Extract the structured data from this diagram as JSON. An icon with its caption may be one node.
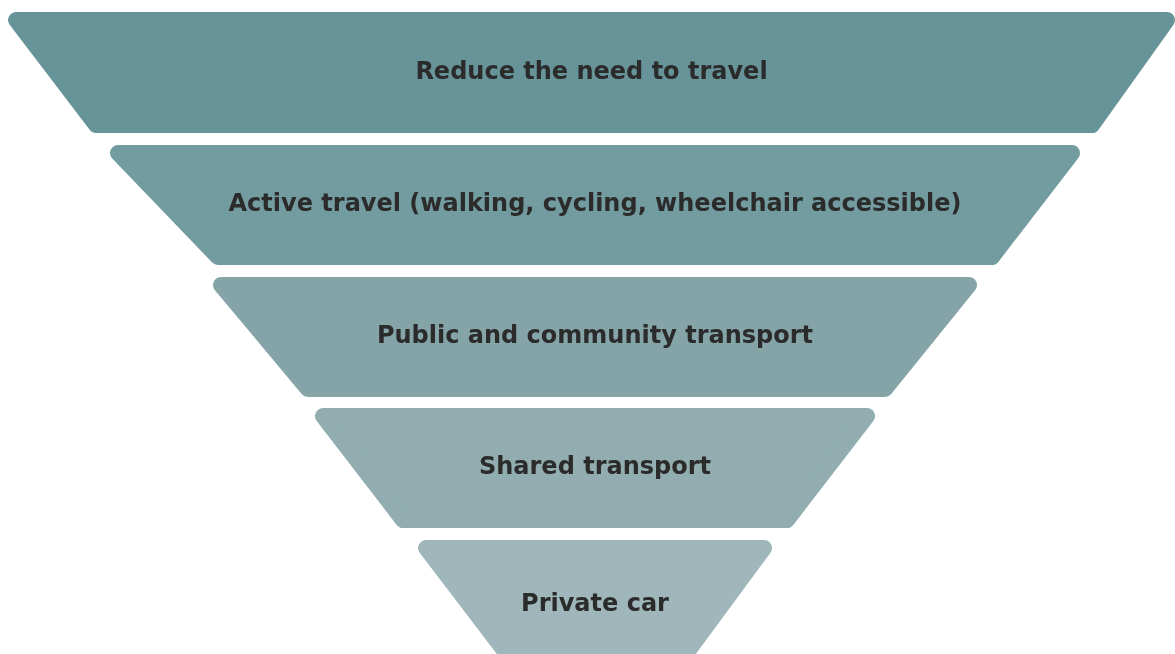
{
  "diagram": {
    "nodes": [
      {
        "text": [
          "Reduce the need to travel"
        ]
      },
      {
        "text": [
          "Active travel (walking, cycling, wheelchair accessible)"
        ]
      },
      {
        "text": [
          "Public and community transport"
        ]
      },
      {
        "text": [
          "Shared transport"
        ]
      },
      {
        "text": [
          "Private car"
        ]
      }
    ]
  }
}
